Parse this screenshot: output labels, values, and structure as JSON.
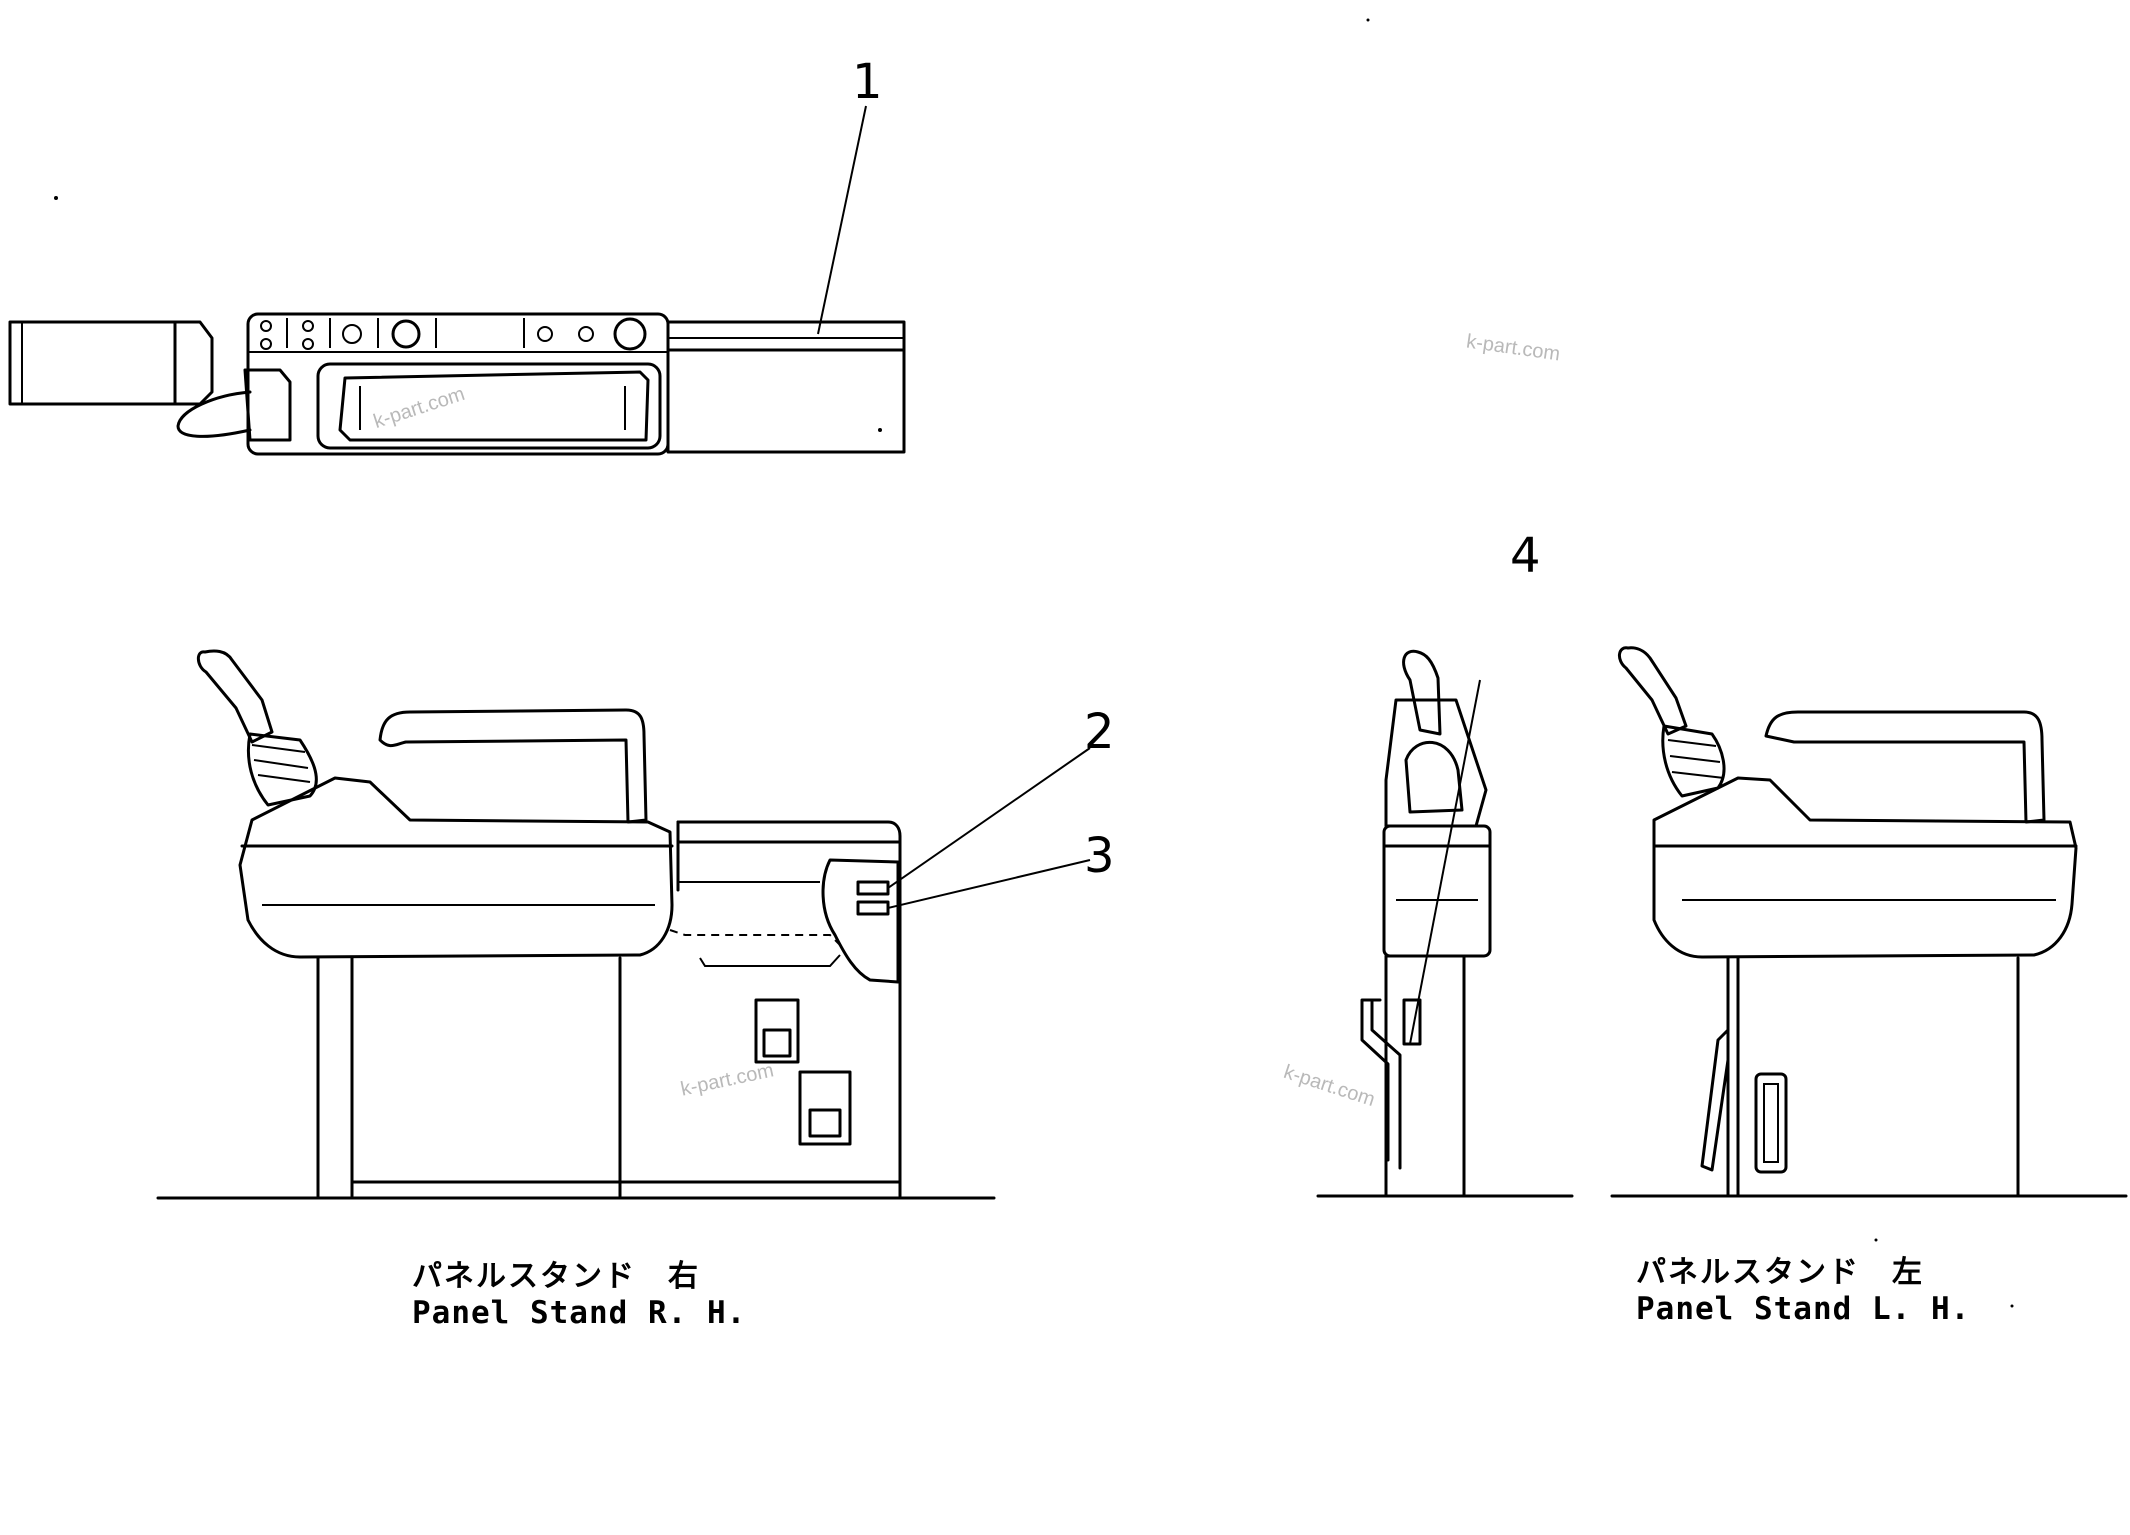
{
  "callouts": [
    "1",
    "2",
    "3",
    "4"
  ],
  "captions": {
    "right_jp": "パネルスタンド　右",
    "right_en": "Panel  Stand  R. H.",
    "left_jp": "パネルスタンド　左",
    "left_en": "Panel  Stand  L. H."
  },
  "watermarks": [
    "k-part.com",
    "k-part.com",
    "k-part.com",
    "k-part.com"
  ]
}
